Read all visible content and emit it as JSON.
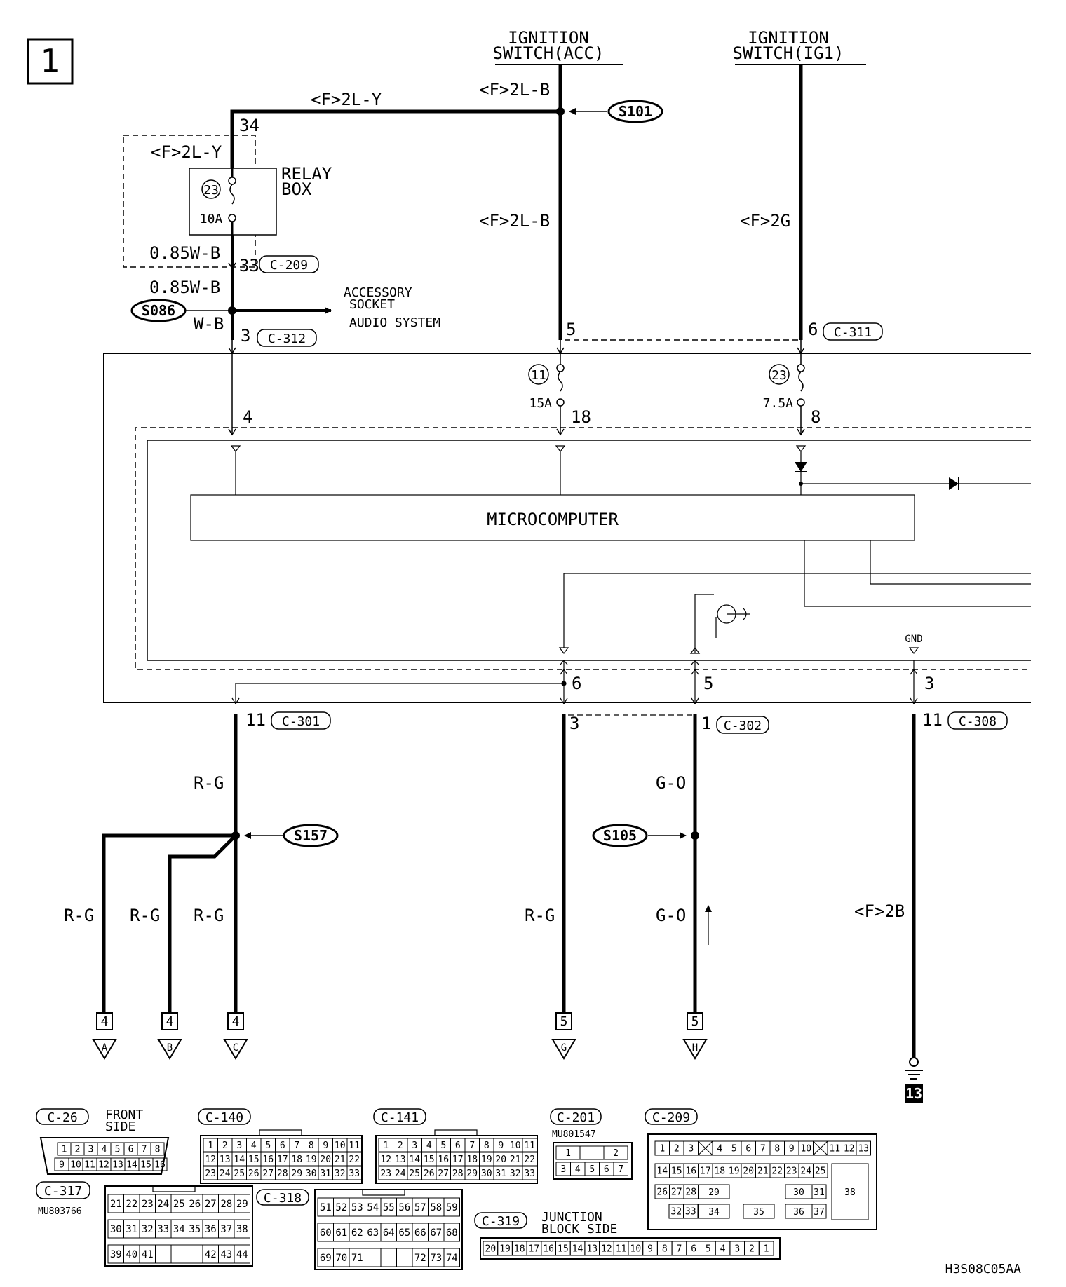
{
  "page_number": "1",
  "sources": {
    "acc": {
      "line1": "IGNITION",
      "line2": "SWITCH(ACC)"
    },
    "ig1": {
      "line1": "IGNITION",
      "line2": "SWITCH(IG1)"
    }
  },
  "wires": {
    "top_left": "<F>2L-Y",
    "acc_top": "<F>2L-B",
    "relay_side": "<F>2L-Y",
    "acc_mid": "<F>2L-B",
    "ig1_mid": "<F>2G",
    "wb085_a": "0.85W-B",
    "wb085_b": "0.85W-B",
    "wb": "W-B",
    "rg_main": "R-G",
    "rg_a": "R-G",
    "rg_b": "R-G",
    "rg_c": "R-G",
    "rg_g": "R-G",
    "go_top": "G-O",
    "go_bot": "G-O",
    "gnd_wire": "<F>2B"
  },
  "splices": {
    "s101": "S101",
    "s086": "S086",
    "s157": "S157",
    "s105": "S105"
  },
  "relay_box": {
    "line1": "RELAY",
    "line2": "BOX",
    "fuse_no": "23",
    "fuse_rating": "10A"
  },
  "fuses": {
    "f11": {
      "no": "11",
      "rating": "15A"
    },
    "f23": {
      "no": "23",
      "rating": "7.5A"
    }
  },
  "outputs": {
    "line1": "ACCESSORY",
    "line2": "SOCKET",
    "line3": "AUDIO SYSTEM"
  },
  "pins": {
    "p34": "34",
    "p33": "33",
    "p3": "3",
    "p5": "5",
    "p6": "6",
    "p4": "4",
    "p18": "18",
    "p8": "8",
    "b6": "6",
    "b5": "5",
    "b3": "3",
    "c11": "11",
    "c3": "3",
    "c1": "1",
    "c11b": "11"
  },
  "connectors": {
    "c209": "C-209",
    "c312": "C-312",
    "c311": "C-311",
    "c301": "C-301",
    "c302": "C-302",
    "c308": "C-308"
  },
  "ecu": {
    "microcomputer": "MICROCOMPUTER",
    "gnd": "GND"
  },
  "terminals": [
    {
      "page": "4",
      "letter": "A"
    },
    {
      "page": "4",
      "letter": "B"
    },
    {
      "page": "4",
      "letter": "C"
    },
    {
      "page": "5",
      "letter": "G"
    },
    {
      "page": "5",
      "letter": "H"
    }
  ],
  "ground_ref": "13",
  "connector_views": {
    "c26": {
      "name": "C-26",
      "note1": "FRONT",
      "note2": "SIDE",
      "row1": [
        "1",
        "2",
        "3",
        "4",
        "5",
        "6",
        "7",
        "8"
      ],
      "row2": [
        "9",
        "10",
        "11",
        "12",
        "13",
        "14",
        "15",
        "16"
      ]
    },
    "c140": {
      "name": "C-140",
      "row1": [
        "1",
        "2",
        "3",
        "4",
        "5",
        "6",
        "7",
        "8",
        "9",
        "10",
        "11"
      ],
      "row2": [
        "12",
        "13",
        "14",
        "15",
        "16",
        "17",
        "18",
        "19",
        "20",
        "21",
        "22"
      ],
      "row3": [
        "23",
        "24",
        "25",
        "26",
        "27",
        "28",
        "29",
        "30",
        "31",
        "32",
        "33"
      ]
    },
    "c141": {
      "name": "C-141",
      "row1": [
        "1",
        "2",
        "3",
        "4",
        "5",
        "6",
        "7",
        "8",
        "9",
        "10",
        "11"
      ],
      "row2": [
        "12",
        "13",
        "14",
        "15",
        "16",
        "17",
        "18",
        "19",
        "20",
        "21",
        "22"
      ],
      "row3": [
        "23",
        "24",
        "25",
        "26",
        "27",
        "28",
        "29",
        "30",
        "31",
        "32",
        "33"
      ]
    },
    "c201": {
      "name": "C-201",
      "part": "MU801547",
      "row1": [
        "1",
        "",
        "2"
      ],
      "row2": [
        "3",
        "4",
        "5",
        "6",
        "7"
      ]
    },
    "c209": {
      "name": "C-209",
      "row1": [
        "1",
        "2",
        "3",
        "",
        "4",
        "5",
        "6",
        "7",
        "8",
        "9",
        "10",
        "",
        "11",
        "12",
        "13"
      ],
      "row2": [
        "14",
        "15",
        "16",
        "17",
        "18",
        "19",
        "20",
        "21",
        "22",
        "23",
        "24",
        "25"
      ],
      "row3": [
        "26",
        "27",
        "28",
        "29",
        "30",
        "31"
      ],
      "row4": [
        "32",
        "33",
        "34",
        "35",
        "36",
        "37"
      ],
      "big": "38"
    },
    "c317": {
      "name": "C-317",
      "part": "MU803766",
      "row1": [
        "21",
        "22",
        "23",
        "24",
        "25",
        "26",
        "27",
        "28",
        "29"
      ],
      "row2": [
        "30",
        "31",
        "32",
        "33",
        "34",
        "35",
        "36",
        "37",
        "38"
      ],
      "row3": [
        "39",
        "40",
        "41",
        "",
        "",
        "",
        "42",
        "43",
        "44"
      ]
    },
    "c318": {
      "name": "C-318",
      "row1": [
        "51",
        "52",
        "53",
        "54",
        "55",
        "56",
        "57",
        "58",
        "59"
      ],
      "row2": [
        "60",
        "61",
        "62",
        "63",
        "64",
        "65",
        "66",
        "67",
        "68"
      ],
      "row3": [
        "69",
        "70",
        "71",
        "",
        "",
        "",
        "72",
        "73",
        "74"
      ]
    },
    "c319": {
      "name": "C-319",
      "note1": "JUNCTION",
      "note2": "BLOCK SIDE",
      "row1": [
        "20",
        "19",
        "18",
        "17",
        "16",
        "15",
        "14",
        "13",
        "12",
        "11",
        "10",
        "9",
        "8",
        "7",
        "6",
        "5",
        "4",
        "3",
        "2",
        "1"
      ]
    }
  },
  "diagram_code": "H3S08C05AA"
}
